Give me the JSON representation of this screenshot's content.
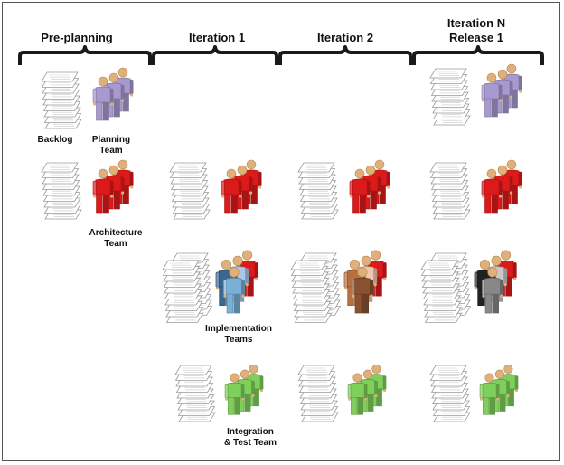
{
  "phases": [
    {
      "id": "pre",
      "lines": [
        "Pre-planning"
      ]
    },
    {
      "id": "it1",
      "lines": [
        "Iteration 1"
      ]
    },
    {
      "id": "it2",
      "lines": [
        "Iteration 2"
      ]
    },
    {
      "id": "itn",
      "lines": [
        "Iteration N",
        "Release 1"
      ]
    }
  ],
  "team_labels": {
    "backlog": [
      "Backlog"
    ],
    "planning": [
      "Planning",
      "Team"
    ],
    "architecture": [
      "Architecture",
      "Team"
    ],
    "implementation": [
      "Implementation",
      "Teams"
    ],
    "integration": [
      "Integration",
      "& Test Team"
    ]
  },
  "colors": {
    "planning": "#a89ad0",
    "architecture": "#dd1a1a",
    "integration": "#7ed05a",
    "impl_it1": [
      "#dd1a1a",
      "#a8c8e8",
      "#3a6890",
      "#7ab0d6"
    ],
    "impl_it2": [
      "#dd1a1a",
      "#f0c8b0",
      "#b87040",
      "#8a5230"
    ],
    "impl_itn": [
      "#dd1a1a",
      "#c8c8c8",
      "#222222",
      "#888888"
    ]
  },
  "icons": {
    "document": "document-stack-icon",
    "people": "people-group-icon"
  }
}
